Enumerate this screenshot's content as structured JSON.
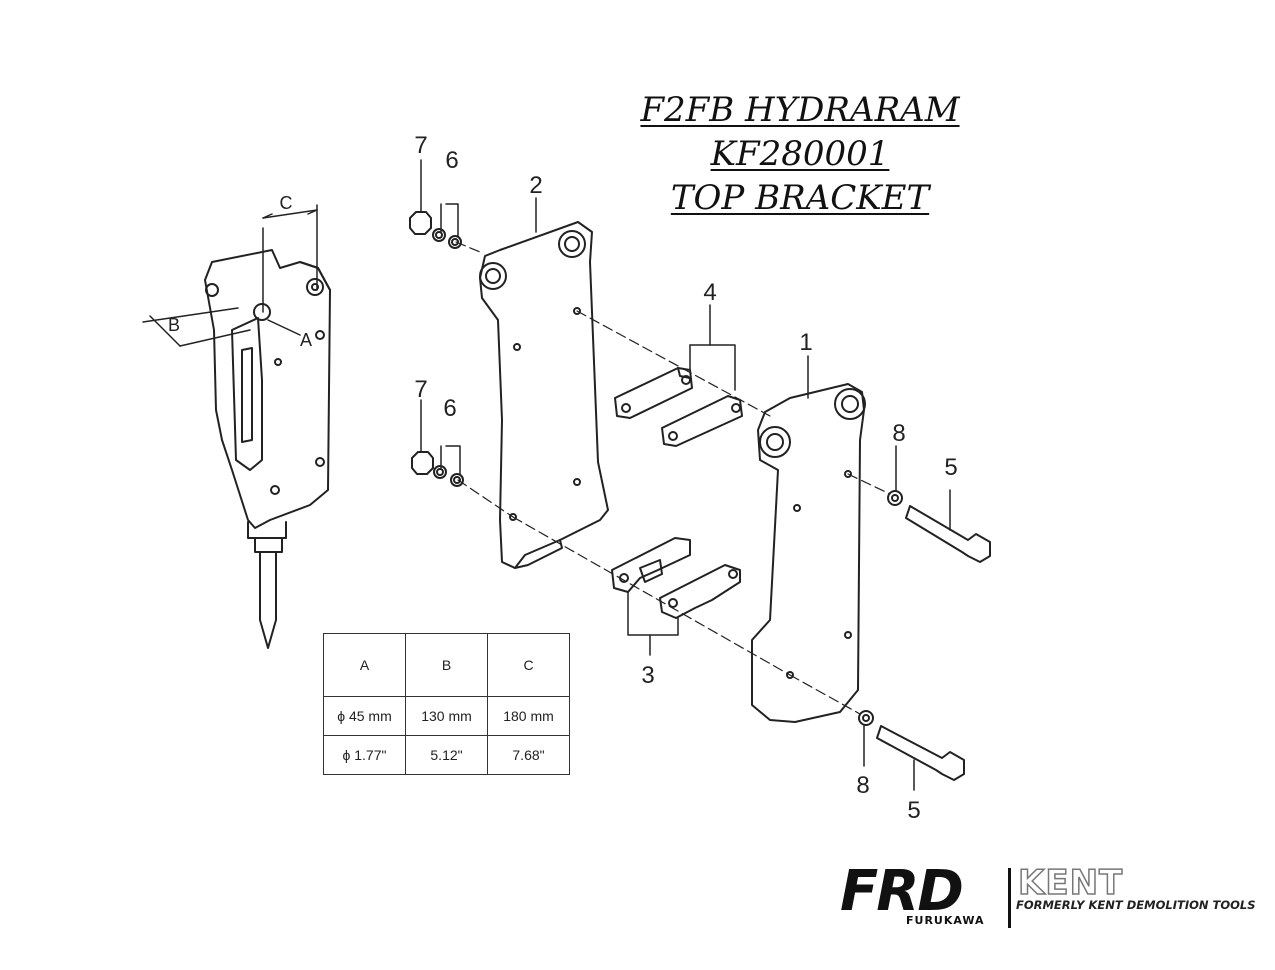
{
  "title": {
    "line1": "F2FB HYDRARAM",
    "line2": "KF280001",
    "line3": "TOP BRACKET"
  },
  "callouts": {
    "p7_top": "7",
    "p6_top": "6",
    "p2": "2",
    "p4": "4",
    "p1": "1",
    "p7_mid": "7",
    "p6_mid": "6",
    "p8_upper": "8",
    "p5_upper": "5",
    "p3": "3",
    "p8_lower": "8",
    "p5_lower": "5"
  },
  "dimension_labels": {
    "a": "A",
    "b": "B",
    "c": "C"
  },
  "dimension_table": {
    "headers": [
      "A",
      "B",
      "C"
    ],
    "rows": [
      [
        "ϕ  45 mm",
        "130 mm",
        "180 mm"
      ],
      [
        "ϕ  1.77\"",
        "5.12\"",
        "7.68\""
      ]
    ]
  },
  "logo": {
    "brand": "FRD",
    "sub": "FURUKAWA",
    "partner": "KENT",
    "tagline": "FORMERLY KENT DEMOLITION TOOLS"
  }
}
